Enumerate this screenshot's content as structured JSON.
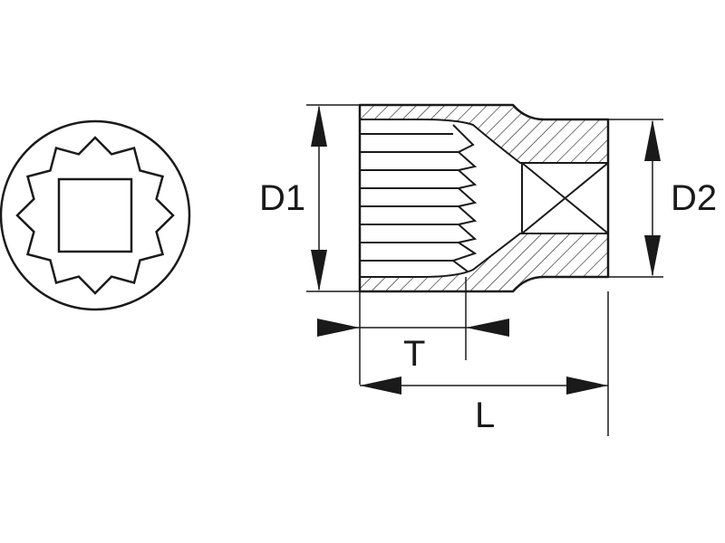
{
  "diagram": {
    "labels": {
      "d1": "D1",
      "d2": "D2",
      "t": "T",
      "l": "L"
    },
    "colors": {
      "stroke": "#1a1a1a",
      "hatch": "#1a1a1a",
      "background": "#ffffff"
    },
    "drive_points": 12
  }
}
